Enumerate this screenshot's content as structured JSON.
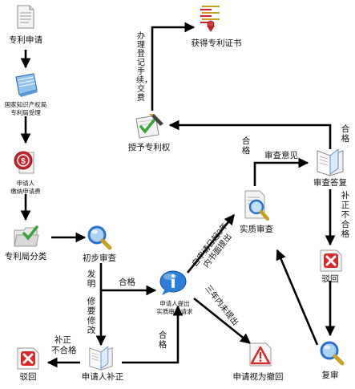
{
  "nodes": {
    "patent_apply": "专利申请",
    "sipo_accept_1": "国家知识产权局",
    "sipo_accept_2": "专利局受理",
    "fee_1": "申请人",
    "fee_2": "缴纳申请费",
    "classify": "专利局分类",
    "prelim_exam": "初步审查",
    "request_1": "申请人提出",
    "request_2": "实质审查请求",
    "substantive_exam": "实质审查",
    "exam_reply": "审查答复",
    "grant": "授予专利权",
    "certificate": "获得专利证书",
    "reject_right": "驳回",
    "reexam": "复审",
    "withdrawn": "申请视为撤回",
    "supplement": "申请人补正",
    "reject_left": "驳回"
  },
  "edges": {
    "register_fee": "办理登记手续，交费",
    "pass_to_grant": "合格",
    "opinion": "审查意见",
    "reply_pass": "合格",
    "correction_fail": "补正不合格",
    "within_3y_1": "自申请日起3年",
    "within_3y_2": "内书面提出",
    "not_within_3y": "三年内未提出",
    "found": "发明",
    "pass_prelim": "合格",
    "need_fix": "修要修改",
    "pass_supp": "合格",
    "supp_fail_1": "补正",
    "supp_fail_2": "不合格"
  },
  "colors": {
    "arrow": "#000000",
    "magnifier": "#2a6fd1",
    "reject_red": "#d42a2a",
    "fee_red": "#c8242a",
    "check_green": "#3aa33a",
    "info_blue": "#2b7fd8"
  },
  "icons": {
    "patent_apply": "document-icon",
    "sipo_accept": "notebook-icon",
    "fee": "coin-document-icon",
    "classify": "folder-check-icon",
    "prelim_exam": "magnifier-icon",
    "request": "info-bubble-icon",
    "substantive_exam": "document-magnifier-icon",
    "exam_reply": "open-book-icon",
    "grant": "certificate-pen-icon",
    "certificate": "certificate-icon",
    "reject": "red-x-document-icon",
    "reexam": "magnifier-icon",
    "withdrawn": "warning-document-icon",
    "supplement": "open-book-icon"
  }
}
